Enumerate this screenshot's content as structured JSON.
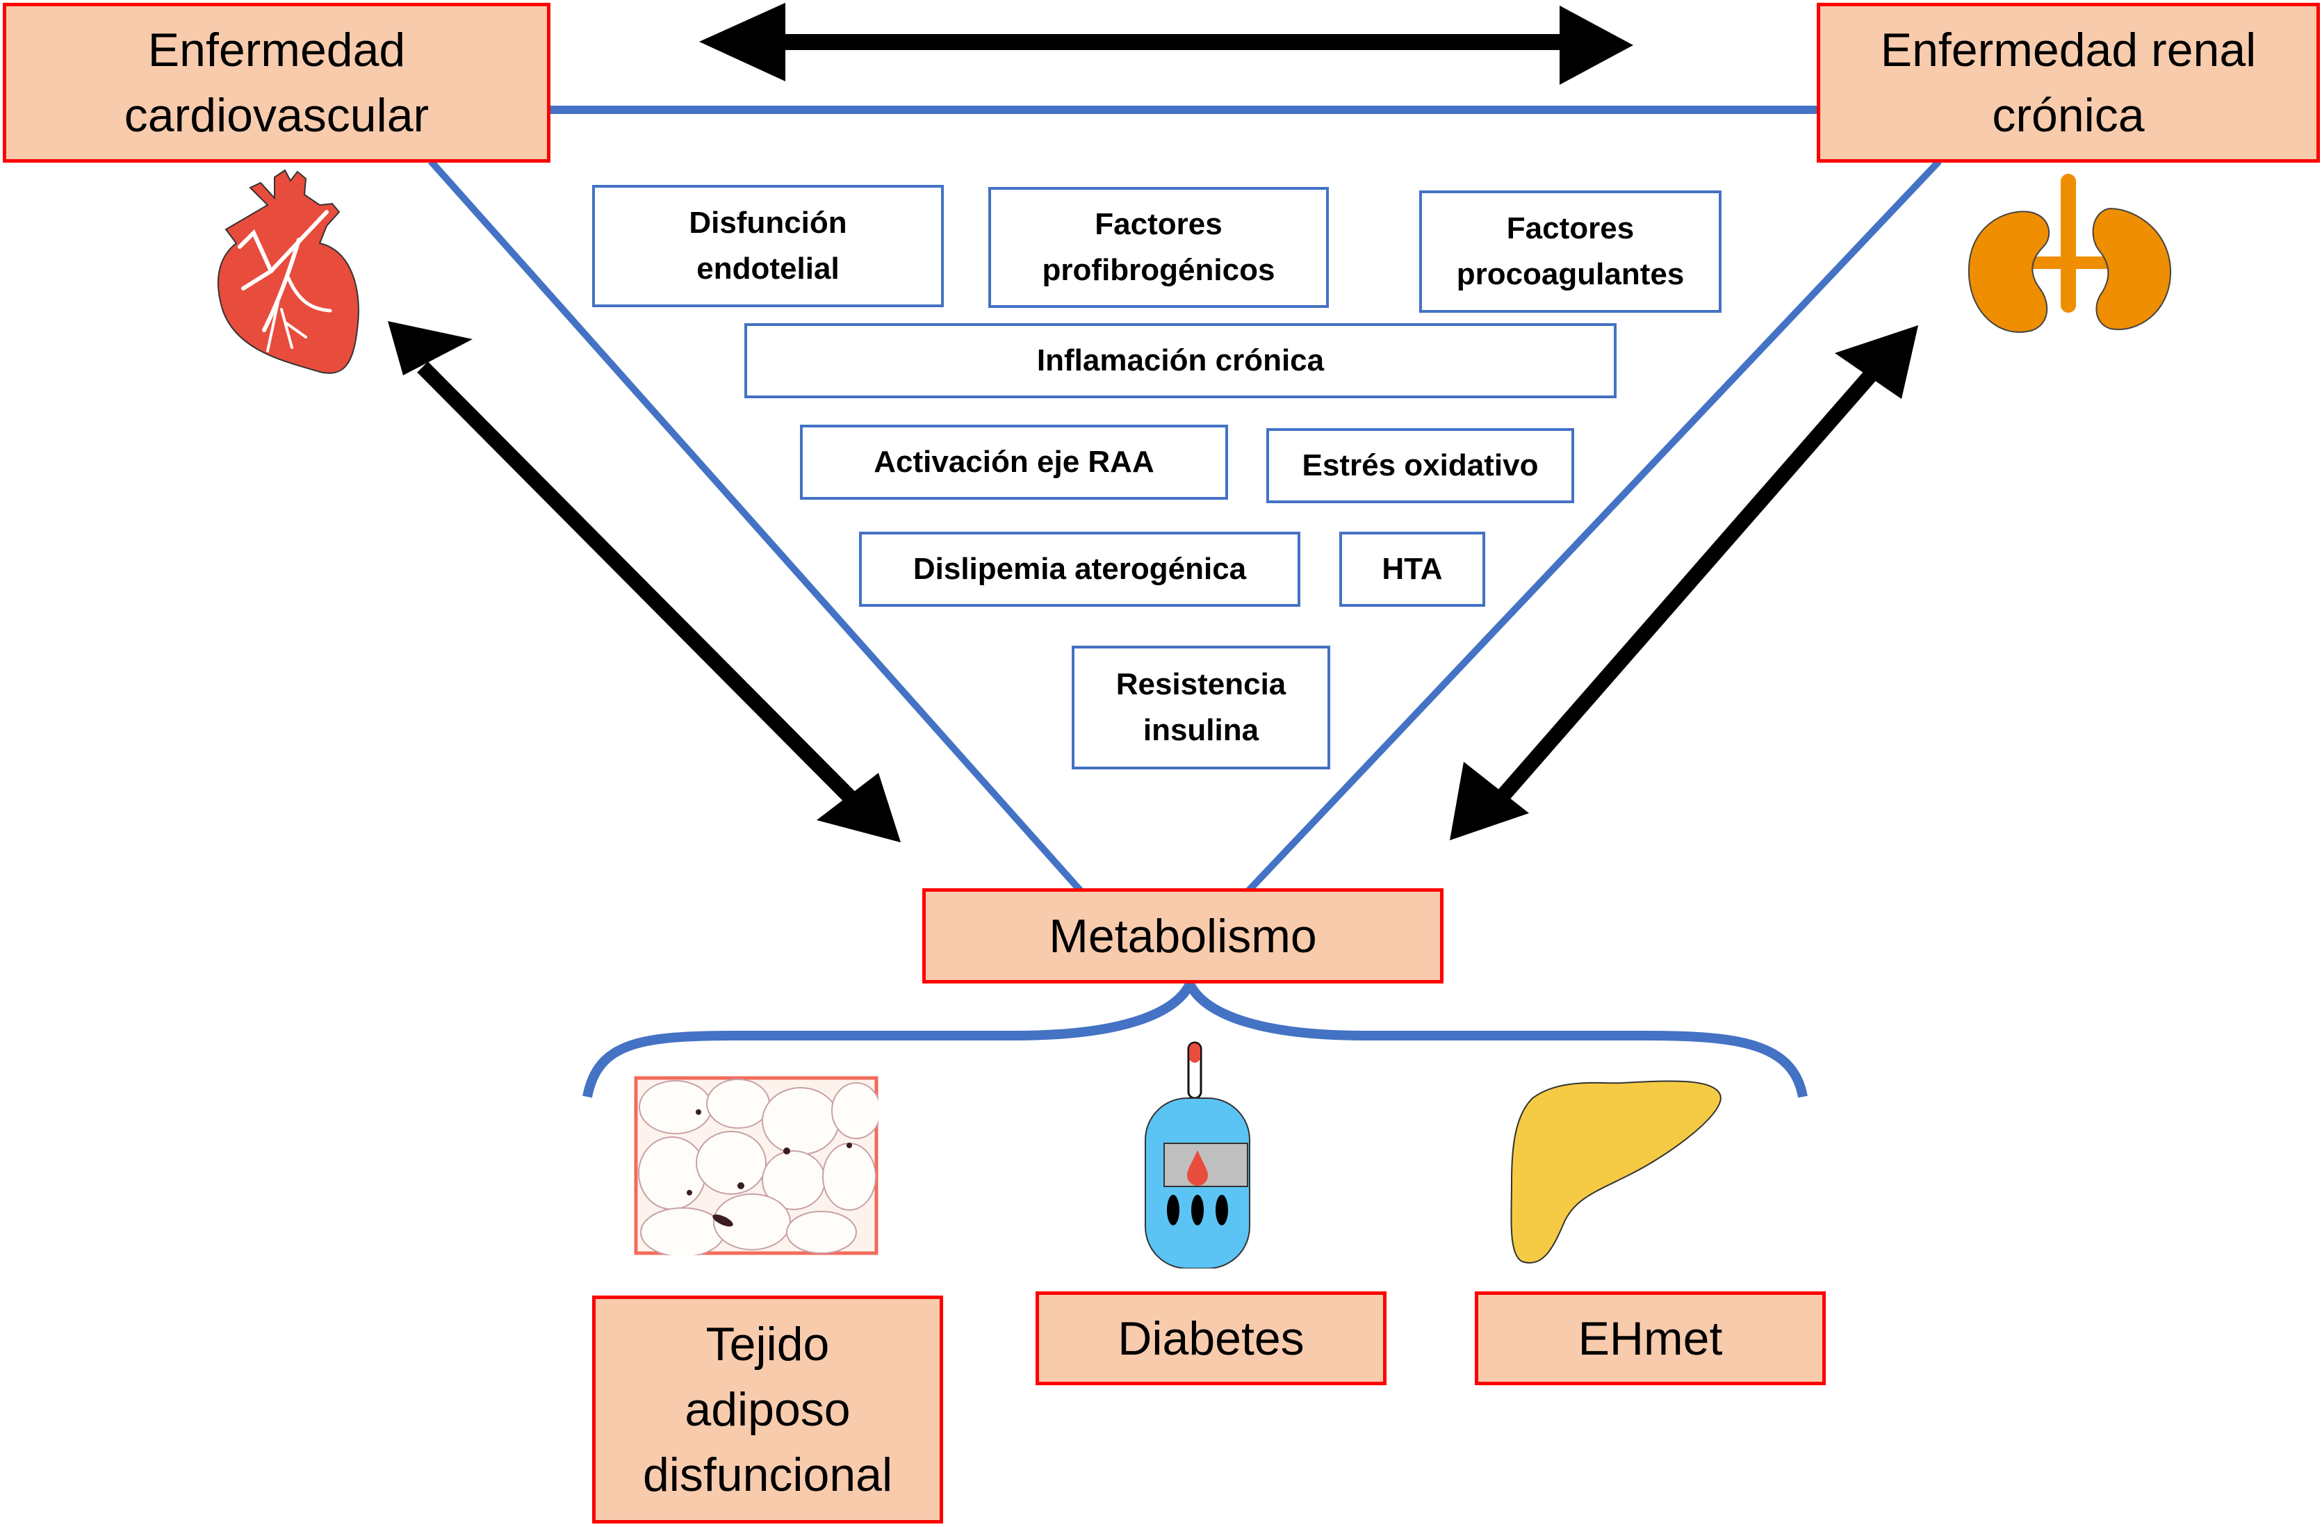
{
  "diagram": {
    "language": "es",
    "nodes": {
      "cardiovascular": {
        "label": "Enfermedad\ncardiovascular",
        "icon": "heart-icon"
      },
      "renal": {
        "label": "Enfermedad renal\ncrónica",
        "icon": "kidneys-icon"
      },
      "metabolismo": {
        "label": "Metabolismo"
      },
      "tejido_adiposo": {
        "label": "Tejido\nadiposo\ndisfuncional",
        "icon": "adipose-tissue-icon"
      },
      "diabetes": {
        "label": "Diabetes",
        "icon": "glucometer-icon"
      },
      "ehmet": {
        "label": "EHmet",
        "icon": "liver-icon"
      }
    },
    "factors": [
      {
        "id": "disfuncion",
        "label": "Disfunción\nendotelial"
      },
      {
        "id": "profibrogenicos",
        "label": "Factores\nprofibrogénicos"
      },
      {
        "id": "procoagulantes",
        "label": "Factores\nprocoagulantes"
      },
      {
        "id": "inflamacion",
        "label": "Inflamación crónica"
      },
      {
        "id": "raa",
        "label": "Activación  eje RAA"
      },
      {
        "id": "oxidativo",
        "label": "Estrés oxidativo"
      },
      {
        "id": "dislipemia",
        "label": "Dislipemia aterogénica"
      },
      {
        "id": "hta",
        "label": "HTA"
      },
      {
        "id": "resistencia",
        "label": "Resistencia\ninsulina"
      }
    ],
    "relations": [
      {
        "from": "cardiovascular",
        "to": "renal",
        "type": "bidirectional"
      },
      {
        "from": "cardiovascular",
        "to": "metabolismo",
        "type": "bidirectional"
      },
      {
        "from": "renal",
        "to": "metabolismo",
        "type": "bidirectional"
      }
    ],
    "colors": {
      "node_fill": "#f8cbad",
      "node_border": "#ff0000",
      "triangle_line": "#4472c4",
      "arrow": "#000000",
      "heart": "#e84c3d",
      "kidney": "#ee8e00",
      "liver": "#f5cb45",
      "glucometer": "#5bc4f5"
    }
  }
}
